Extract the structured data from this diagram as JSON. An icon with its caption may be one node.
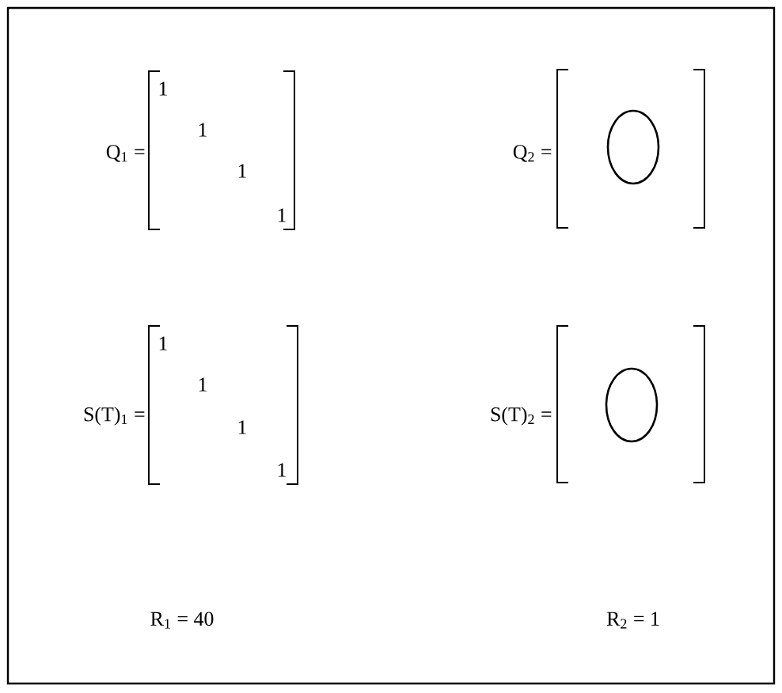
{
  "diagram": {
    "labels": [
      "Q$_{1}$ =",
      "1",
      "1",
      "1",
      "1",
      "Q$_{2}$ =",
      "S(T)$_{1}$ =",
      "1",
      "1",
      "1",
      "1",
      "S(T)$_{2}$ =",
      "R$_{1}$ = 40",
      "R$_{2}$ = 1"
    ]
  }
}
